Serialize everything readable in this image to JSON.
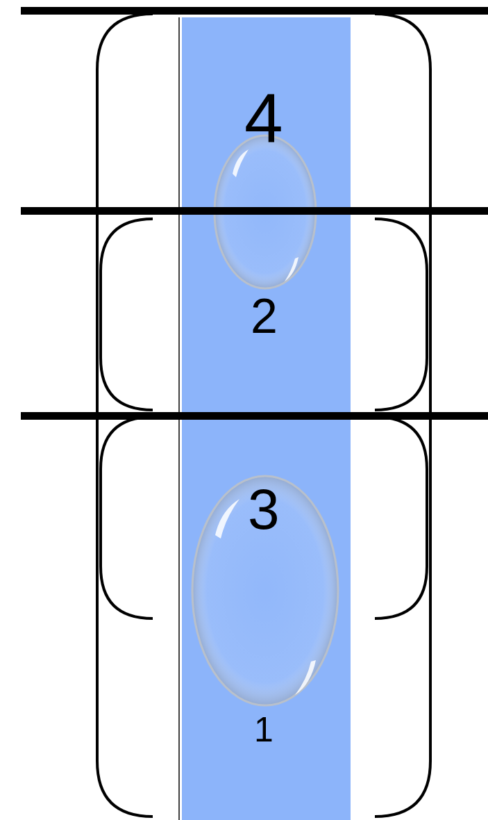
{
  "diagram": {
    "labels": [
      "4",
      "2",
      "3",
      "1"
    ]
  }
}
